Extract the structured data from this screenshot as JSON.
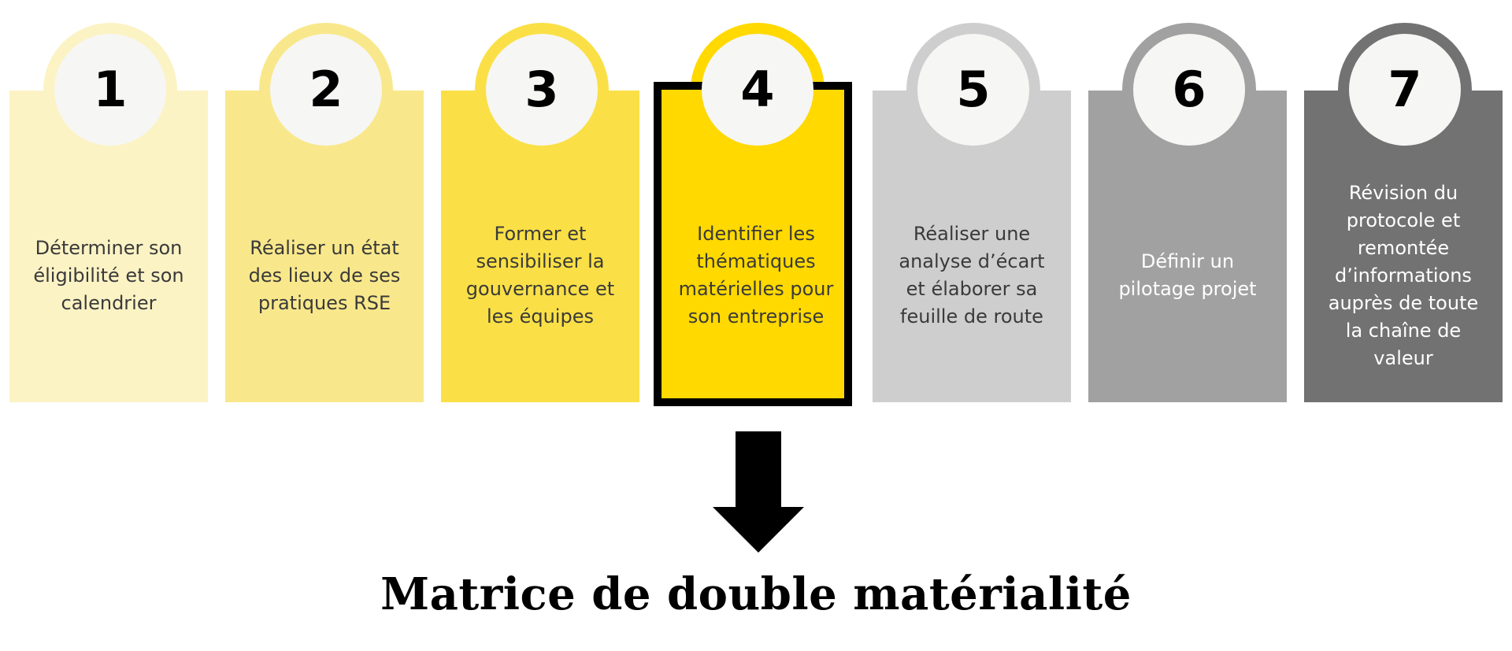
{
  "steps": [
    {
      "number": "1",
      "text": "Déterminer son\néligibilité et son\ncalendrier",
      "color": "#fcf3c5",
      "halo": "#fcf3c5",
      "light_text": false
    },
    {
      "number": "2",
      "text": "Réaliser un état\ndes lieux de ses\npratiques RSE",
      "color": "#f9e88b",
      "halo": "#f9e88b",
      "light_text": false
    },
    {
      "number": "3",
      "text": "Former et\nsensibiliser la\ngouvernance et\nles équipes",
      "color": "#fae046",
      "halo": "#fae046",
      "light_text": false
    },
    {
      "number": "4",
      "text": "Identifier les\nthématiques\nmatérielles pour\nson entreprise",
      "color": "#ffd900",
      "halo": "#ffd900",
      "light_text": false,
      "highlight": true
    },
    {
      "number": "5",
      "text": "Réaliser une\nanalyse d’écart\net élaborer sa\nfeuille de route",
      "color": "#cecece",
      "halo": "#cecece",
      "light_text": false
    },
    {
      "number": "6",
      "text": "Définir un\npilotage projet",
      "color": "#a1a1a1",
      "halo": "#a1a1a1",
      "light_text": true
    },
    {
      "number": "7",
      "text": "Révision du\nprotocole et\nremontée\nd’informations\nauprès de toute\nla chaîne de\nvaleur",
      "color": "#727272",
      "halo": "#727272",
      "light_text": true
    }
  ],
  "arrow": {
    "color": "#000000"
  },
  "caption": "Matrice de double matérialité"
}
